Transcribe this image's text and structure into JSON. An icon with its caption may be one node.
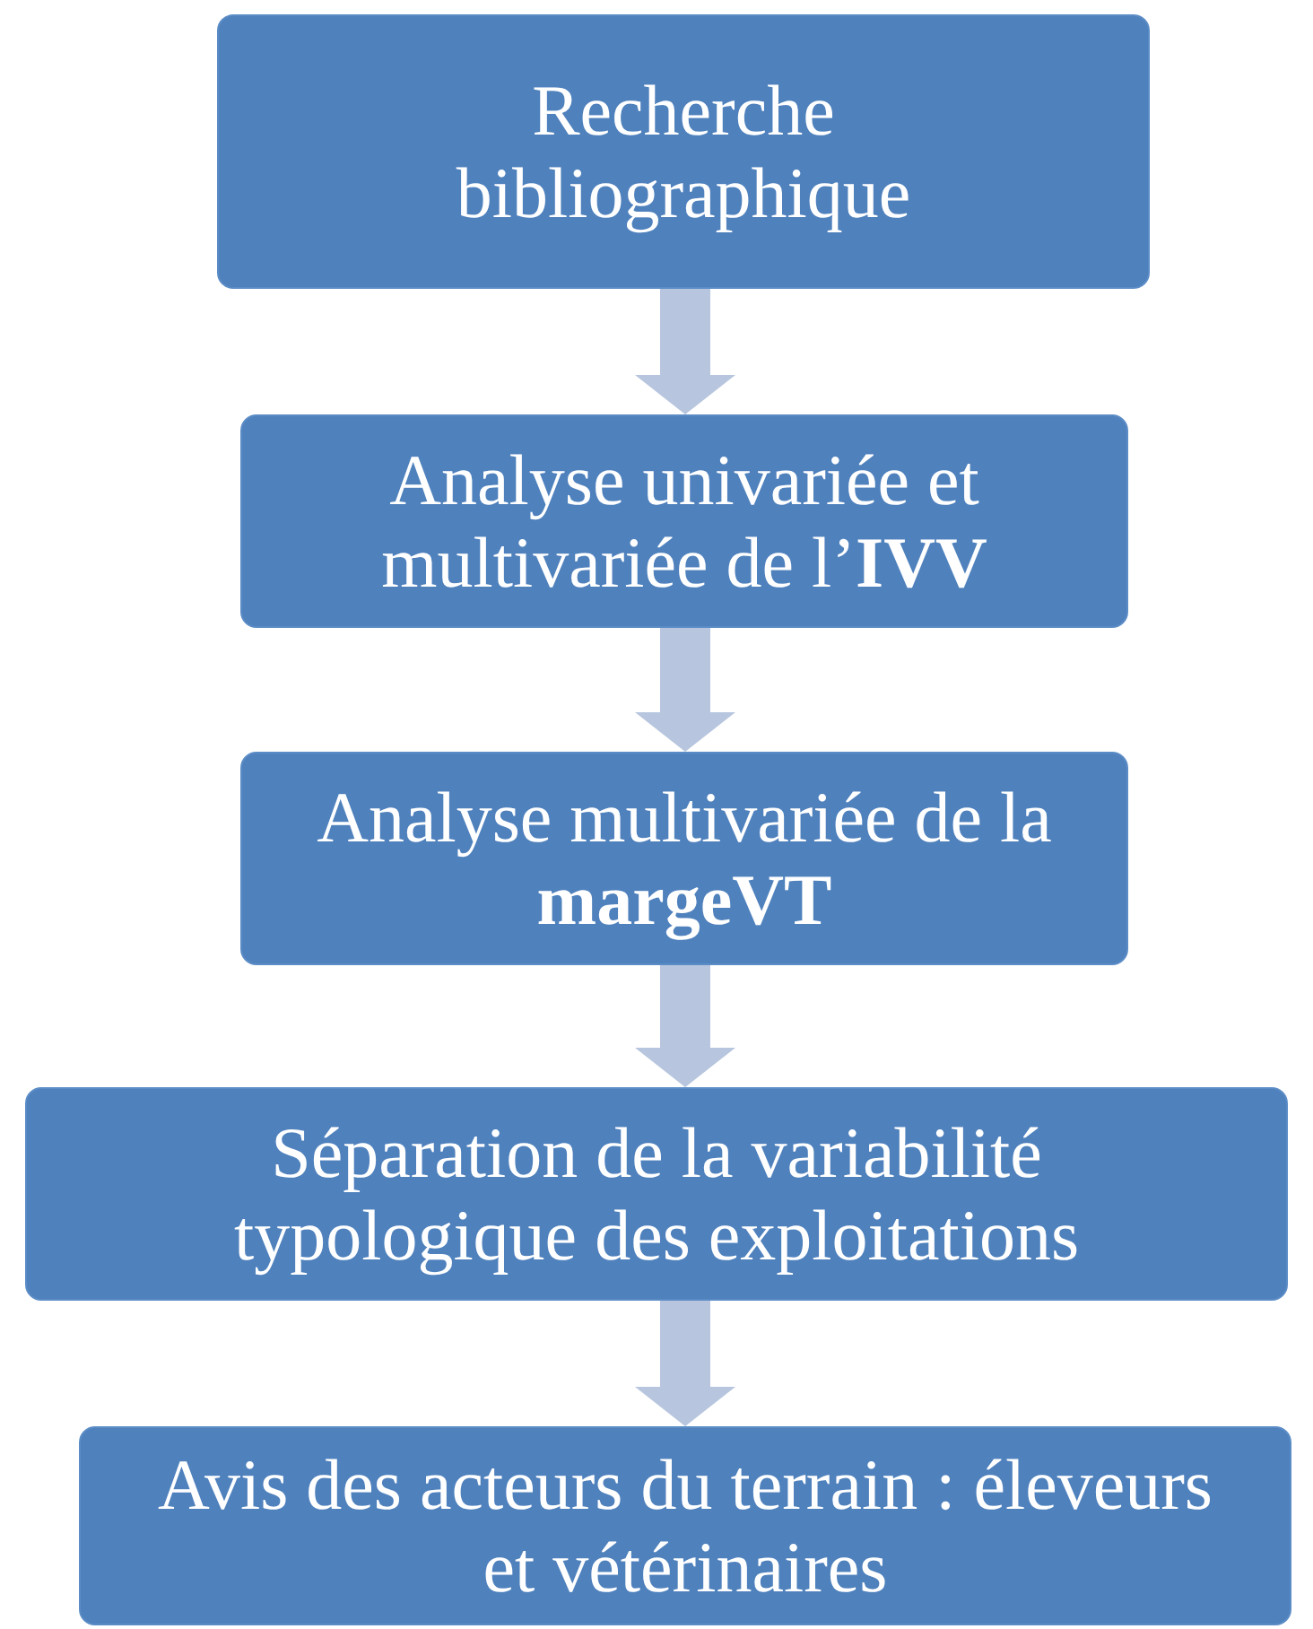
{
  "diagram": {
    "nodes": [
      {
        "text": [
          "Recherche bibliographique"
        ]
      },
      {
        "text": [
          "Analyse univariée et multivariée de l’**IVV**"
        ]
      },
      {
        "text": [
          "Analyse multivariée de la **margeVT**"
        ]
      },
      {
        "text": [
          "Séparation de la variabilité typologique des exploitations"
        ]
      },
      {
        "text": [
          "Avis des acteurs du terrain : éleveurs et vétérinaires"
        ]
      }
    ],
    "edges": [
      {
        "from": 0,
        "to": 1,
        "arrow": "to"
      },
      {
        "from": 1,
        "to": 2,
        "arrow": "to"
      },
      {
        "from": 2,
        "to": 3,
        "arrow": "to"
      },
      {
        "from": 3,
        "to": 4,
        "arrow": "to"
      }
    ]
  }
}
